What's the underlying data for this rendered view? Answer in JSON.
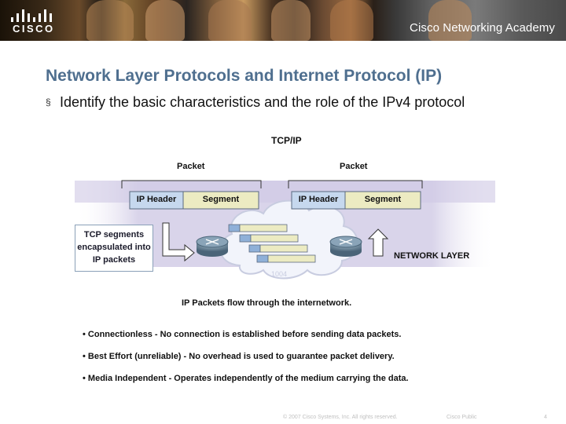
{
  "banner": {
    "logo_text": "CISCO",
    "academy_text": "Cisco Networking Academy"
  },
  "slide": {
    "title": "Network Layer Protocols and Internet Protocol (IP)",
    "bullet_marker": "§",
    "bullet": "Identify the basic characteristics and the role of the IPv4 protocol"
  },
  "diagram": {
    "top_label": "TCP/IP",
    "packet_left_label": "Packet",
    "packet_right_label": "Packet",
    "left_header": "IP Header",
    "left_segment": "Segment",
    "right_header": "IP Header",
    "right_segment": "Segment",
    "side_box_text": "TCP segments encapsulated into IP packets",
    "layer_label": "NETWORK LAYER",
    "cloud_label": "1004",
    "caption": "IP Packets flow through the internetwork.",
    "colors": {
      "header_fill": "#c6d8ee",
      "segment_fill": "#ecebc2",
      "band": "#d9d4ea",
      "cloud": "#f2f4fb"
    }
  },
  "features": [
    "• Connectionless - No connection is established before sending data packets.",
    "• Best Effort (unreliable) - No overhead is used to guarantee packet delivery.",
    "• Media Independent - Operates independently of the medium carrying the data."
  ],
  "footer": {
    "copyright": "© 2007 Cisco Systems, Inc. All rights reserved.",
    "label": "Cisco Public",
    "page": "4"
  }
}
